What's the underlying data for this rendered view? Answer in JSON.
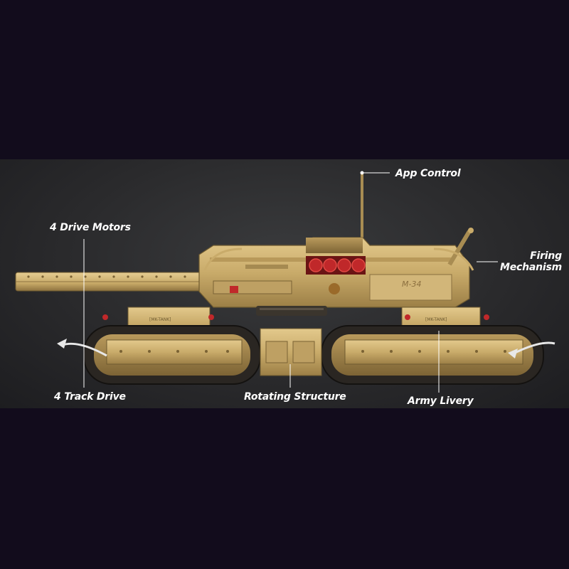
{
  "image": {
    "subject": "lego-style-rc-tank",
    "tank_marking": "M-34",
    "panel_marking": "[MK-TANK]"
  },
  "callouts": {
    "app_control": "App Control",
    "drive_motors": "4 Drive Motors",
    "firing_mechanism_line1": "Firing",
    "firing_mechanism_line2": "Mechanism",
    "track_drive": "4 Track Drive",
    "rotating_structure": "Rotating Structure",
    "army_livery": "Army Livery"
  },
  "colors": {
    "background": "#120c1c",
    "band": "#2a2a2c",
    "tan": "#c9ab6a",
    "track": "#2a2622",
    "accent_red": "#c0282a"
  }
}
